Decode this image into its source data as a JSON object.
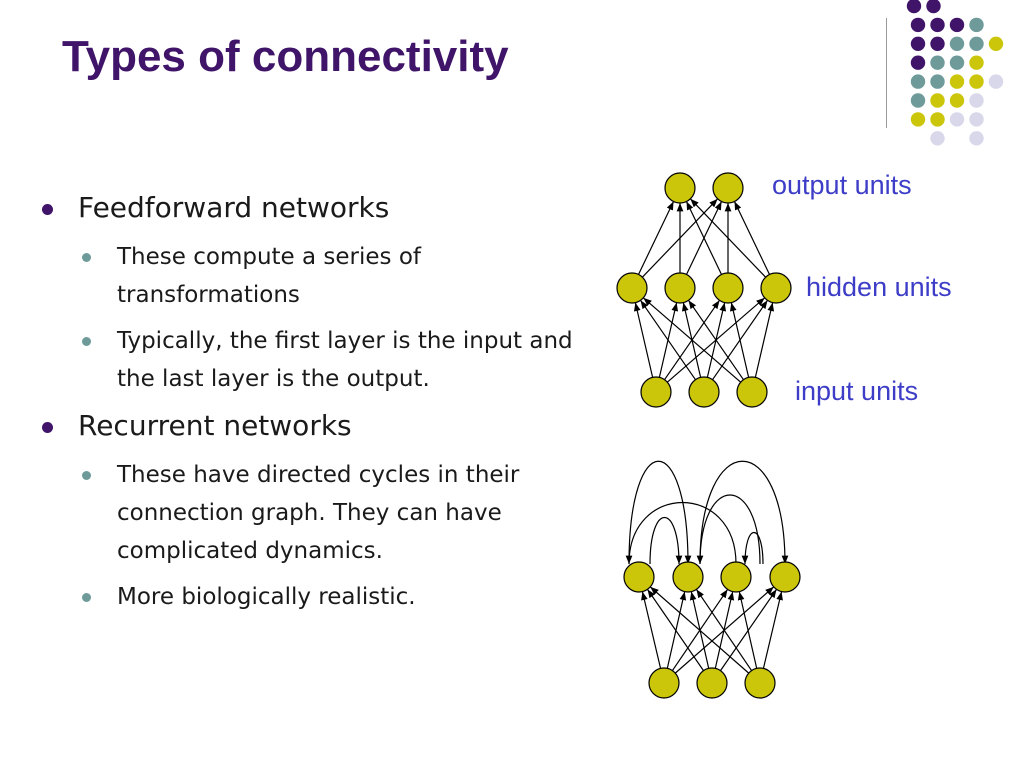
{
  "slide": {
    "title": "Types of connectivity",
    "bullets": [
      {
        "text": "Feedforward networks",
        "sub": [
          "These compute a series of transformations",
          "Typically, the first layer is the input and the last layer is the output."
        ]
      },
      {
        "text": "Recurrent networks",
        "sub": [
          "These have directed cycles in their connection graph. They can have complicated dynamics.",
          "More biologically realistic."
        ]
      }
    ]
  },
  "diagram": {
    "labels": {
      "output": "output units",
      "hidden": "hidden units",
      "input": "input units"
    },
    "node_color": "#ccc60a"
  },
  "colors": {
    "title": "#3f1469",
    "label": "#3d3dc8",
    "dot_purple": "#3f1469",
    "dot_teal": "#6e9a9a",
    "dot_yellow": "#ccc60a",
    "dot_lavender": "#d8d8ea"
  }
}
